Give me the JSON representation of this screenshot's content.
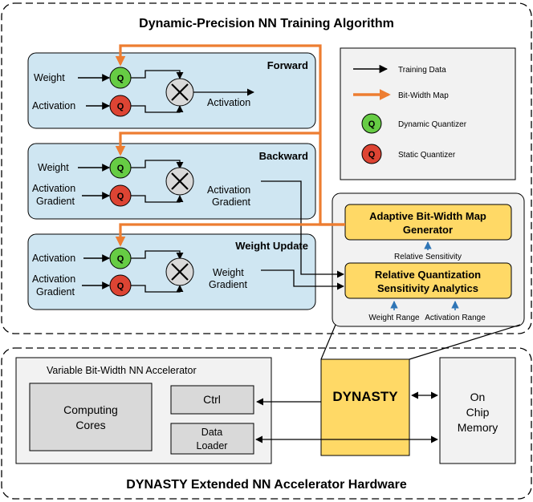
{
  "algorithm": {
    "title": "Dynamic-Precision NN Training Algorithm",
    "forward": {
      "title": "Forward",
      "input_top": "Weight",
      "input_bottom": "Activation",
      "output_line1": "Activation",
      "output_line2": ""
    },
    "backward": {
      "title": "Backward",
      "input_top": "Weight",
      "input_bottom_line1": "Activation",
      "input_bottom_line2": "Gradient",
      "output_line1": "Activation",
      "output_line2": "Gradient"
    },
    "weight_update": {
      "title": "Weight Update",
      "input_top": "Activation",
      "input_bottom_line1": "Activation",
      "input_bottom_line2": "Gradient",
      "output_line1": "Weight",
      "output_line2": "Gradient"
    },
    "quantizer_letter": "Q"
  },
  "legend": {
    "training_data": "Training Data",
    "bit_width_map": "Bit-Width Map",
    "dynamic_quantizer": "Dynamic Quantizer",
    "static_quantizer": "Static Quantizer"
  },
  "analytics": {
    "generator_line1": "Adaptive Bit-Width Map",
    "generator_line2": "Generator",
    "relative_sensitivity": "Relative Sensitivity",
    "rqsa_line1": "Relative Quantization",
    "rqsa_line2": "Sensitivity Analytics",
    "weight_range": "Weight Range",
    "activation_range": "Activation Range"
  },
  "hardware": {
    "title": "DYNASTY Extended NN Accelerator Hardware",
    "accelerator_title": "Variable Bit-Width NN Accelerator",
    "computing_line1": "Computing",
    "computing_line2": "Cores",
    "ctrl": "Ctrl",
    "data_loader_line1": "Data",
    "data_loader_line2": "Loader",
    "dynasty": "DYNASTY",
    "memory_line1": "On",
    "memory_line2": "Chip",
    "memory_line3": "Memory"
  },
  "colors": {
    "stage_fill": "#cfe6f2",
    "yellow_fill": "#ffd966",
    "orange_arrow": "#ed7d31",
    "blue_arrow": "#2e75b6",
    "dynamic_q": "#66cc44",
    "static_q": "#dd4433",
    "gray_panel": "#f2f2f2",
    "gray_box": "#d9d9d9",
    "multiplier_fill": "#d9d9d9"
  }
}
